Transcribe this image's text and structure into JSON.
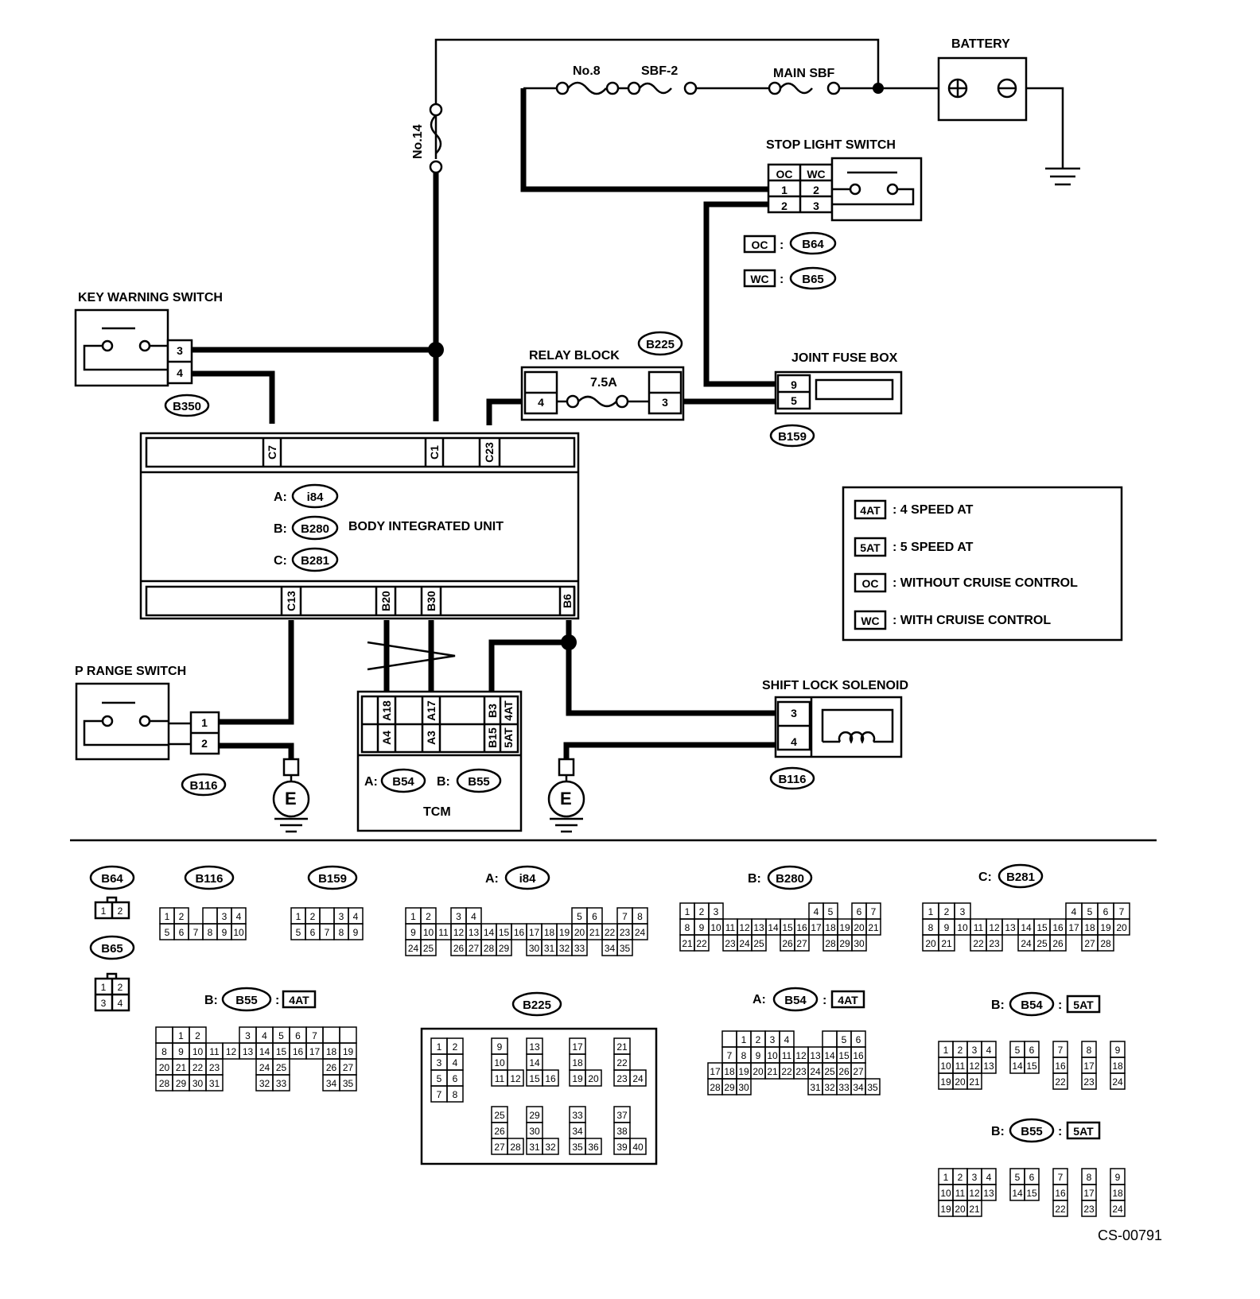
{
  "labels": {
    "battery": "BATTERY",
    "no8": "No.8",
    "sbf2": "SBF-2",
    "main_sbf": "MAIN SBF",
    "no14": "No.14",
    "stop_light_switch": "STOP LIGHT SWITCH",
    "key_warning_switch": "KEY WARNING SWITCH",
    "relay_block": "RELAY BLOCK",
    "fuse_75a": "7.5A",
    "joint_fuse_box": "JOINT FUSE BOX",
    "body_integrated_unit": "BODY INTEGRATED UNIT",
    "p_range_switch": "P RANGE SWITCH",
    "shift_lock_solenoid": "SHIFT LOCK SOLENOID",
    "tcm": "TCM",
    "ground_e": "E",
    "doc_id": "CS-00791"
  },
  "connectors": {
    "b64": "B64",
    "b65": "B65",
    "b350": "B350",
    "b225": "B225",
    "b159": "B159",
    "i84": "i84",
    "b280": "B280",
    "b281": "B281",
    "b116": "B116",
    "b54": "B54",
    "b55": "B55"
  },
  "prefixes": {
    "a": "A:",
    "b": "B:",
    "c": "C:",
    "colon": ":"
  },
  "tags": {
    "oc": "OC",
    "wc": "WC",
    "at4": "4AT",
    "at5": "5AT"
  },
  "legend": [
    {
      "tag": "4AT",
      "text": ": 4 SPEED AT"
    },
    {
      "tag": "5AT",
      "text": ": 5 SPEED AT"
    },
    {
      "tag": "OC",
      "text": ": WITHOUT CRUISE CONTROL"
    },
    {
      "tag": "WC",
      "text": ":  WITH CRUISE CONTROL"
    }
  ],
  "terminals": {
    "c7": "C7",
    "c1": "C1",
    "c23": "C23",
    "c13": "C13",
    "b20": "B20",
    "b30": "B30",
    "b6": "B6",
    "a18": "A18",
    "a17": "A17",
    "b3": "B3",
    "a4": "A4",
    "a3": "A3",
    "b15": "B15",
    "p1": "1",
    "p2": "2",
    "p3": "3",
    "p4": "4",
    "p5": "5",
    "p9": "9"
  }
}
